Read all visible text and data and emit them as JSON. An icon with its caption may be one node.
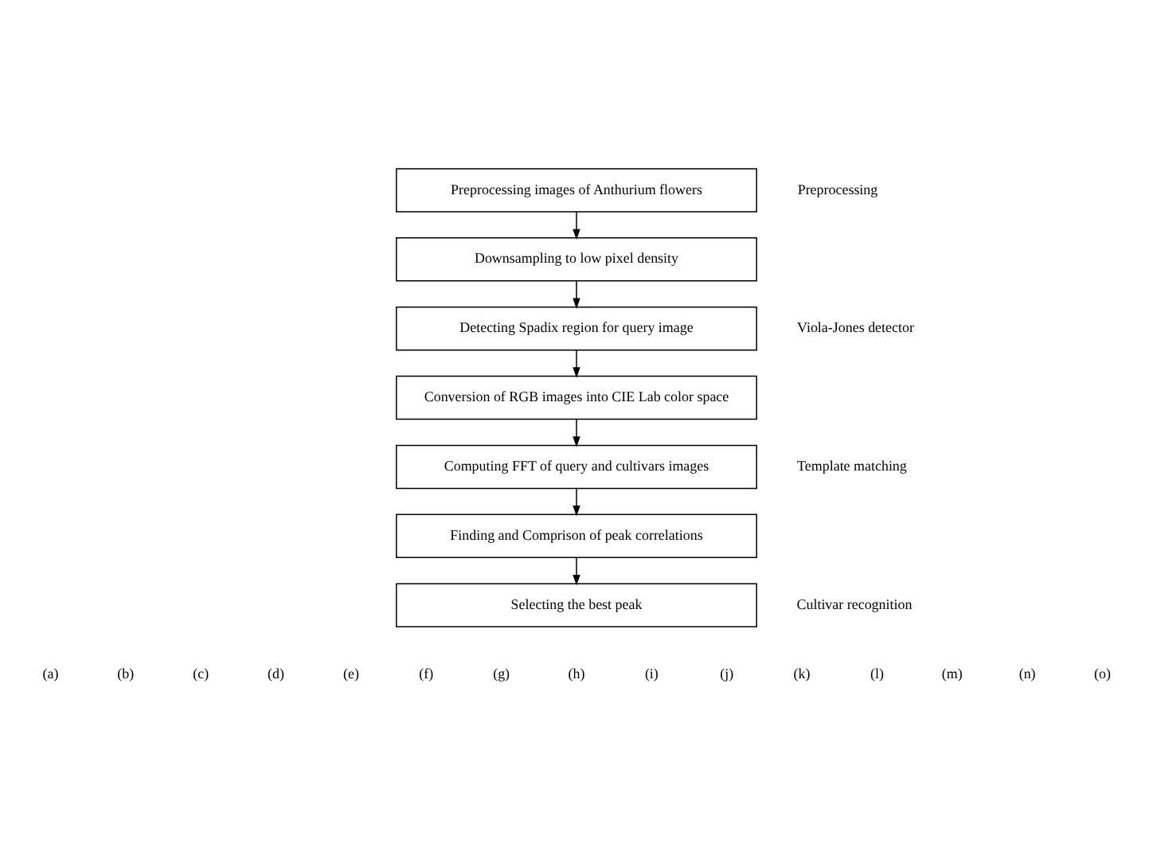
{
  "diagram": {
    "nodes": [
      {
        "text": [
          "Preprocessing images of Anthurium flowers"
        ]
      },
      {
        "text": [
          "Downsampling to low pixel density"
        ]
      },
      {
        "text": [
          "Detecting Spadix region for query image"
        ]
      },
      {
        "text": [
          "Conversion of RGB images into CIE Lab color space"
        ]
      },
      {
        "text": [
          "Computing FFT of query and cultivars images"
        ]
      },
      {
        "text": [
          "Finding and Comprison of peak correlations"
        ]
      },
      {
        "text": [
          "Selecting the best peak"
        ]
      }
    ],
    "edges": [
      {
        "from": 0,
        "to": 1,
        "arrow": "to"
      },
      {
        "from": 1,
        "to": 2,
        "arrow": "to"
      },
      {
        "from": 2,
        "to": 3,
        "arrow": "to"
      },
      {
        "from": 3,
        "to": 4,
        "arrow": "to"
      },
      {
        "from": 4,
        "to": 5,
        "arrow": "to"
      },
      {
        "from": 5,
        "to": 6,
        "arrow": "to"
      }
    ],
    "labels": [
      "Preprocessing",
      "Viola-Jones detector",
      "Template matching",
      "Cultivar recognition",
      "(a)",
      "(b)",
      "(c)",
      "(d)",
      "(e)",
      "(f)",
      "(g)",
      "(h)",
      "(i)",
      "(j)",
      "(k)",
      "(l)",
      "(m)",
      "(n)",
      "(o)"
    ]
  }
}
